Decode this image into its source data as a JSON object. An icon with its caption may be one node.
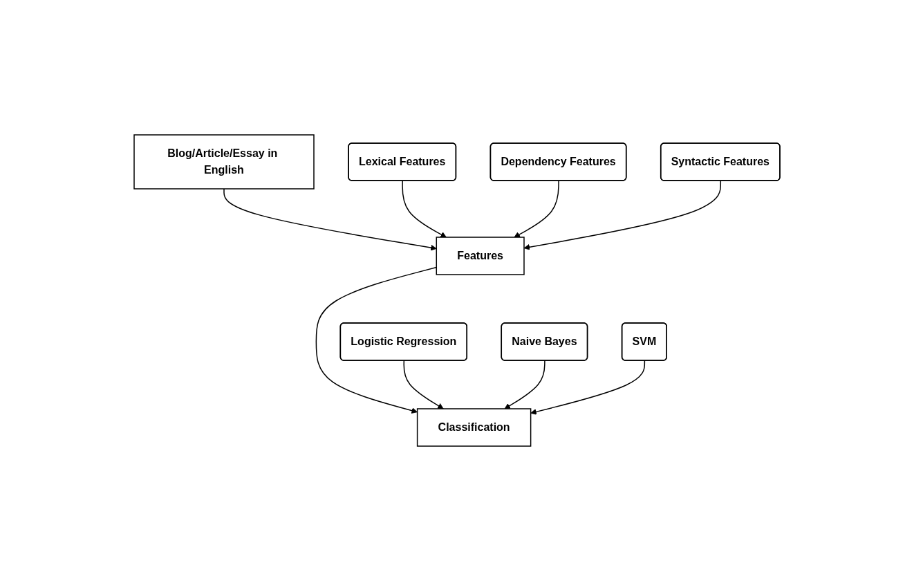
{
  "diagram": {
    "nodes": [
      {
        "text": [
          "Blog/Article/Essay in English"
        ]
      },
      {
        "text": [
          "Lexical Features"
        ]
      },
      {
        "text": [
          "Features"
        ]
      },
      {
        "text": [
          "Dependency Features"
        ]
      },
      {
        "text": [
          "Syntactic Features"
        ]
      },
      {
        "text": [
          "Logistic Regression"
        ]
      },
      {
        "text": [
          "Classification"
        ]
      },
      {
        "text": [
          "Naive Bayes"
        ]
      },
      {
        "text": [
          "SVM"
        ]
      }
    ],
    "edges": [
      {
        "from": 0,
        "to": 2,
        "arrow": "to"
      },
      {
        "from": 1,
        "to": 2,
        "arrow": "to"
      },
      {
        "from": 3,
        "to": 2,
        "arrow": "to"
      },
      {
        "from": 4,
        "to": 2,
        "arrow": "to"
      },
      {
        "from": 2,
        "to": 6,
        "arrow": "to"
      },
      {
        "from": 5,
        "to": 6,
        "arrow": "to"
      },
      {
        "from": 7,
        "to": 6,
        "arrow": "to"
      },
      {
        "from": 8,
        "to": 6,
        "arrow": "to"
      }
    ]
  }
}
